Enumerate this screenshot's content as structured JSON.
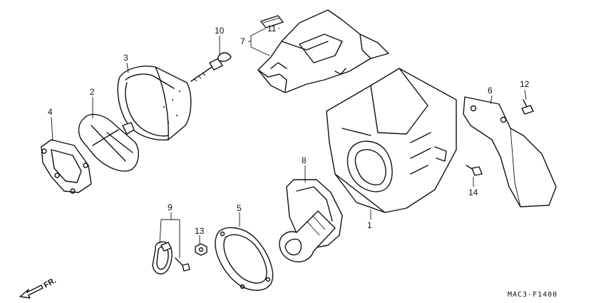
{
  "diagram": {
    "code": "MAC3-F1400",
    "direction_label": "FR.",
    "callouts": [
      {
        "id": "c1",
        "text": "1"
      },
      {
        "id": "c2",
        "text": "2"
      },
      {
        "id": "c3",
        "text": "3"
      },
      {
        "id": "c4",
        "text": "4"
      },
      {
        "id": "c5",
        "text": "5"
      },
      {
        "id": "c6",
        "text": "6"
      },
      {
        "id": "c7",
        "text": "7"
      },
      {
        "id": "c8",
        "text": "8"
      },
      {
        "id": "c9",
        "text": "9"
      },
      {
        "id": "c10",
        "text": "10"
      },
      {
        "id": "c11",
        "text": "11"
      },
      {
        "id": "c12",
        "text": "12"
      },
      {
        "id": "c13",
        "text": "13"
      },
      {
        "id": "c14",
        "text": "14"
      }
    ]
  }
}
